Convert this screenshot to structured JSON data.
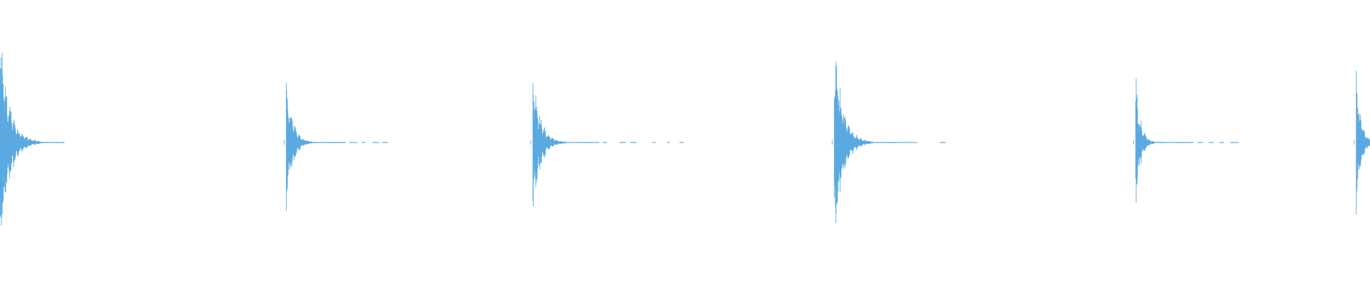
{
  "waveform": {
    "color": "#5aa9e0",
    "background": "#ffffff",
    "baseline_level": 0.0,
    "duration_fraction_visible": 1.0,
    "events": [
      {
        "id": "hit-1",
        "onset": 0.0,
        "peak_amplitude": 0.85,
        "decay": 0.03,
        "tail_end": 0.047,
        "trailing_fragments": [
          0.012,
          0.02,
          0.03,
          0.04,
          0.045
        ]
      },
      {
        "id": "hit-2",
        "onset": 0.209,
        "peak_amplitude": 0.55,
        "decay": 0.02,
        "tail_end": 0.282,
        "trailing_fragments": [
          0.228,
          0.238,
          0.245,
          0.255,
          0.264,
          0.272,
          0.279
        ]
      },
      {
        "id": "hit-3",
        "onset": 0.389,
        "peak_amplitude": 0.53,
        "decay": 0.025,
        "tail_end": 0.502,
        "trailing_fragments": [
          0.41,
          0.425,
          0.44,
          0.452,
          0.46,
          0.476,
          0.487,
          0.496
        ]
      },
      {
        "id": "hit-4",
        "onset": 0.609,
        "peak_amplitude": 0.78,
        "decay": 0.028,
        "tail_end": 0.688,
        "trailing_fragments": [
          0.63,
          0.64,
          0.648,
          0.66,
          0.664,
          0.686
        ]
      },
      {
        "id": "hit-5",
        "onset": 0.829,
        "peak_amplitude": 0.53,
        "decay": 0.015,
        "tail_end": 0.903,
        "trailing_fragments": [
          0.845,
          0.86,
          0.866,
          0.874,
          0.882,
          0.89,
          0.898
        ]
      },
      {
        "id": "hit-6",
        "onset": 0.99,
        "peak_amplitude": 0.58,
        "decay": 0.015,
        "tail_end": 1.0,
        "trailing_fragments": []
      }
    ]
  }
}
